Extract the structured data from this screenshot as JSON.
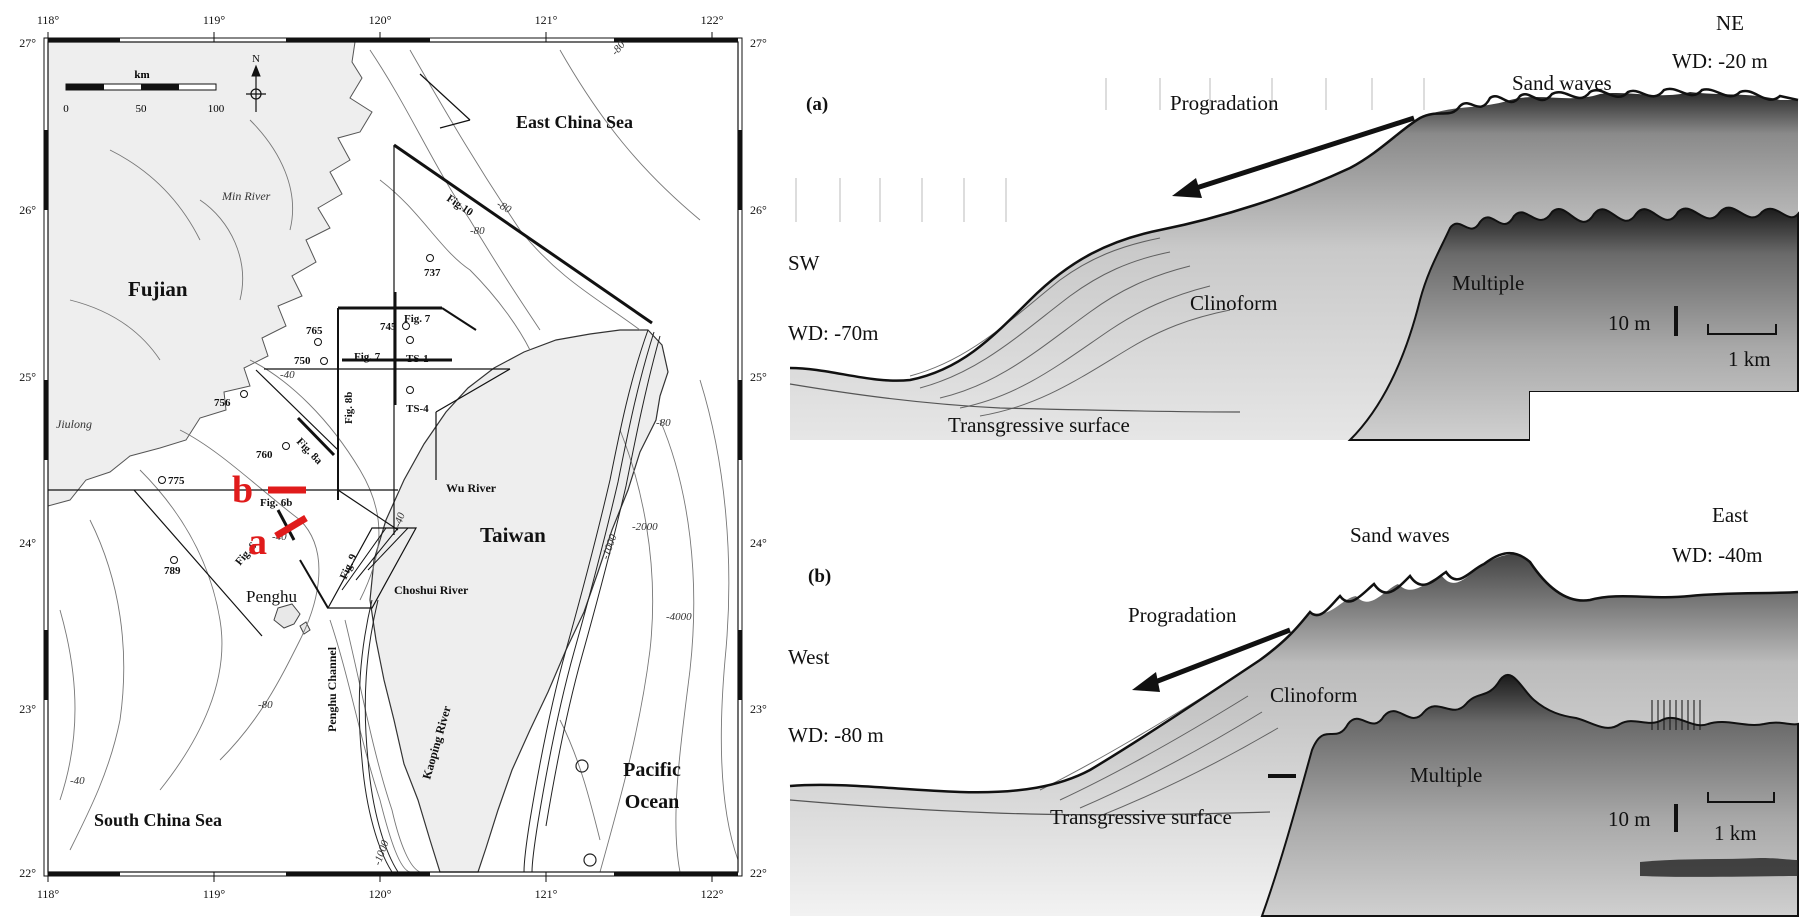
{
  "map": {
    "lon_ticks": [
      "118°",
      "119°",
      "120°",
      "121°",
      "122°"
    ],
    "lat_ticks": [
      "27°",
      "26°",
      "25°",
      "24°",
      "23°",
      "22°"
    ],
    "scale_bar": {
      "title": "km",
      "ticks": [
        "0",
        "50",
        "100"
      ]
    },
    "north_label": "N",
    "regions": {
      "fujian": "Fujian",
      "taiwan": "Taiwan",
      "east_china_sea": "East China Sea",
      "south_china_sea": "South China Sea",
      "pacific_line1": "Pacific",
      "pacific_line2": "Ocean",
      "penghu": "Penghu"
    },
    "rivers": {
      "min": "Min River",
      "jiulong": "Jiulong",
      "wu": "Wu River",
      "choshui": "Choshui River",
      "kaoping": "Kaoping River",
      "penghu_channel": "Penghu Channel"
    },
    "stations": {
      "s737": "737",
      "s745": "745",
      "s765": "765",
      "s750": "750",
      "s756": "756",
      "s760": "760",
      "s775": "775",
      "s789": "789",
      "ts1": "TS-1",
      "ts4": "TS-4"
    },
    "figure_labels": {
      "fig10": "Fig.10",
      "fig7a": "Fig. 7",
      "fig7b": "Fig. 7",
      "fig8b": "Fig. 8b",
      "fig8a": "Fig. 8a",
      "fig6b": "Fig. 6b",
      "fig6a": "Fig. 6",
      "fig9": "Fig. 9"
    },
    "depths": {
      "d80_ne": "-80",
      "d80_a": "-80",
      "d80_b": "-80",
      "d80_c": "-80",
      "d80_sw": "-80",
      "d40_a": "-40",
      "d40_b": "-40",
      "d40_c": "-40",
      "d40_d": "-40",
      "d2000": "-2000",
      "d4000": "-4000",
      "d1000": "-1000",
      "d1000b": "-1000"
    },
    "markers": {
      "a": "a",
      "b": "b"
    },
    "colors": {
      "land": "#eeeeee",
      "marker": "#e01b1b"
    }
  },
  "profiles": [
    {
      "panel_label": "(a)",
      "left_end": "SW",
      "left_depth": "WD: -70m",
      "right_end": "NE",
      "right_depth": "WD: -20 m",
      "labels": {
        "progradation": "Progradation",
        "sand_waves": "Sand waves",
        "clinoform": "Clinoform",
        "multiple": "Multiple",
        "transgressive": "Transgressive surface"
      },
      "vertical_scale": "10 m",
      "horizontal_scale": "1 km"
    },
    {
      "panel_label": "(b)",
      "left_end": "West",
      "left_depth": "WD: -80 m",
      "right_end": "East",
      "right_depth": "WD: -40m",
      "labels": {
        "progradation": "Progradation",
        "sand_waves": "Sand waves",
        "clinoform": "Clinoform",
        "multiple": "Multiple",
        "transgressive": "Transgressive surface"
      },
      "vertical_scale": "10 m",
      "horizontal_scale": "1 km"
    }
  ]
}
